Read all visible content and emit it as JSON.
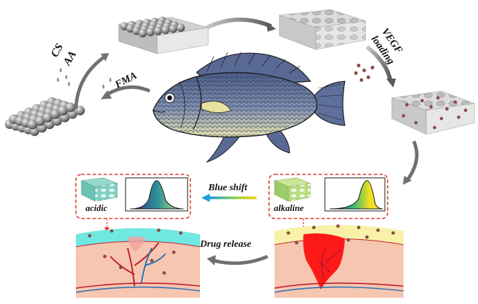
{
  "labels": {
    "cs": "CS",
    "aa": "AA",
    "fma": "FMA",
    "vegf": "VEGF",
    "loading": "loading",
    "blue_shift": "Blue shift",
    "drug_release": "Drug release",
    "acidic": "acidic",
    "alkaline": "alkaline"
  },
  "colors": {
    "scaffold_gray": "#9a9a9a",
    "arrow_gray": "#6e6e6e",
    "dash_red": "#e03a2a",
    "acid_green": "#7fd0c0",
    "alk_green": "#b6dc80",
    "wound_red": "#ff1a1a",
    "skin_cyan": "#6fe8e2",
    "skin_yellow": "#f7f2a8",
    "tissue": "#f6c6b0",
    "vessel_blue": "#2c6fb5",
    "vessel_red": "#c0182a"
  },
  "icons": [
    "fish-illustration",
    "sphere-template",
    "porous-scaffold",
    "drug-loaded-scaffold",
    "spectrum-plot",
    "wound-tissue"
  ]
}
